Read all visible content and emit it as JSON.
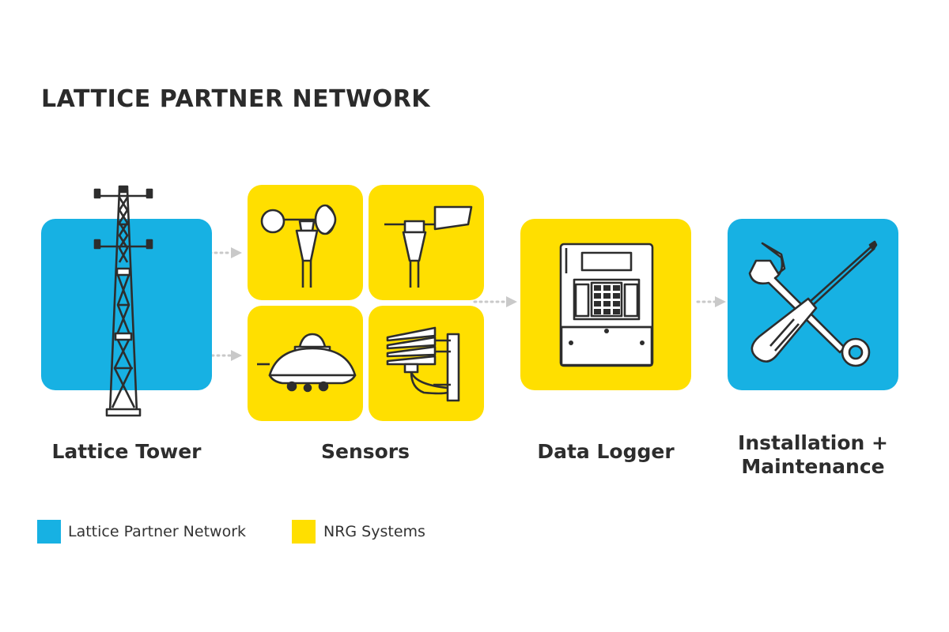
{
  "title": "LATTICE PARTNER NETWORK",
  "colors": {
    "partner": "#17b1e3",
    "nrg": "#ffdf00",
    "line": "#2d2d2d",
    "connector": "#c9c9c9"
  },
  "stages": [
    {
      "label": "Lattice Tower",
      "provider": "Lattice Partner Network"
    },
    {
      "label": "Sensors",
      "provider": "NRG Systems"
    },
    {
      "label": "Data Logger",
      "provider": "NRG Systems"
    },
    {
      "label_line1": "Installation +",
      "label_line2": "Maintenance",
      "provider": "Lattice Partner Network"
    }
  ],
  "sensors": [
    "cup-anemometer-icon",
    "wind-vane-icon",
    "pyranometer-icon",
    "radiation-shield-icon"
  ],
  "legend": [
    {
      "label": "Lattice Partner Network",
      "color": "#17b1e3"
    },
    {
      "label": "NRG Systems",
      "color": "#ffdf00"
    }
  ]
}
